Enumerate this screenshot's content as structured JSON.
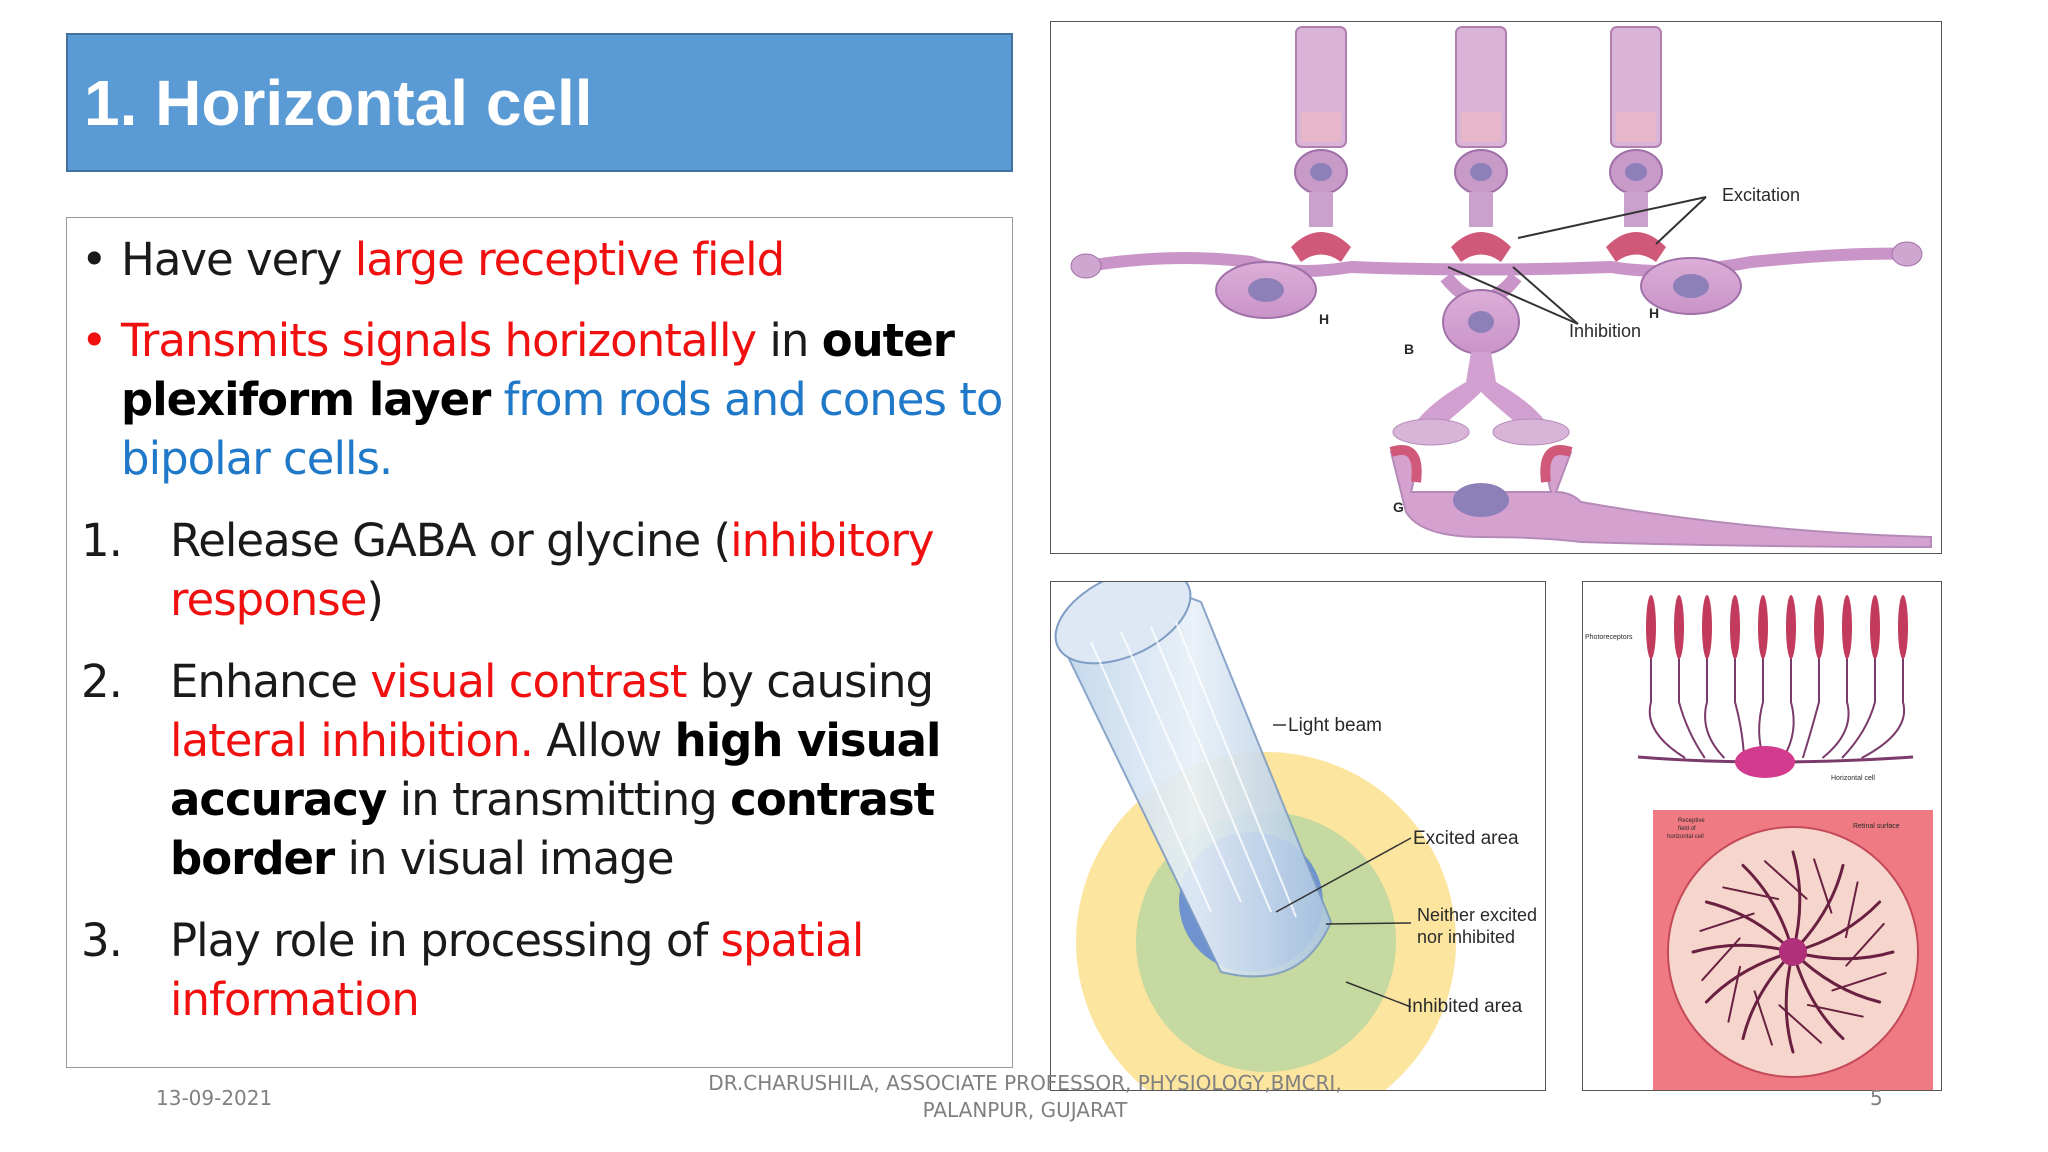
{
  "slide": {
    "title": "1. Horizontal cell",
    "items": [
      {
        "marker": "•",
        "parts": [
          {
            "t": "Have  very ",
            "s": "normal"
          },
          {
            "t": "large receptive field",
            "s": "red"
          }
        ]
      },
      {
        "marker": "•",
        "parts": [
          {
            "t": "Transmits signals horizontally",
            "s": "red"
          },
          {
            "t": " in  ",
            "s": "normal"
          },
          {
            "t": "outer plexiform layer",
            "s": "bold"
          },
          {
            "t": " from rods and cones to  bipolar cells.",
            "s": "blue"
          }
        ]
      },
      {
        "marker": "1.",
        "parts": [
          {
            "t": "Release GABA or glycine (",
            "s": "normal"
          },
          {
            "t": "inhibitory response",
            "s": "red"
          },
          {
            "t": ")",
            "s": "normal"
          }
        ]
      },
      {
        "marker": "2.",
        "parts": [
          {
            "t": "Enhance  ",
            "s": "normal"
          },
          {
            "t": "visual contrast",
            "s": "red"
          },
          {
            "t": " by causing ",
            "s": "normal"
          },
          {
            "t": "lateral inhibition.",
            "s": "red"
          },
          {
            "t": " Allow ",
            "s": "normal"
          },
          {
            "t": "high visual accuracy",
            "s": "bold"
          },
          {
            "t": " in transmitting ",
            "s": "normal"
          },
          {
            "t": "contrast border",
            "s": "bold"
          },
          {
            "t": " in visual image",
            "s": "normal"
          }
        ]
      },
      {
        "marker": "3.",
        "parts": [
          {
            "t": "Play  role in processing of ",
            "s": "normal"
          },
          {
            "t": "spatial information",
            "s": "red"
          }
        ]
      }
    ]
  },
  "figure_top": {
    "labels": {
      "excitation": "Excitation",
      "inhibition": "Inhibition",
      "h_left": "H",
      "h_right": "H",
      "b": "B",
      "g": "G"
    }
  },
  "figure_left": {
    "labels": {
      "light_beam": "Light beam",
      "excited_area": "Excited area",
      "neither_1": "Neither excited",
      "neither_2": "nor inhibited",
      "inhibited_area": "Inhibited area"
    }
  },
  "figure_right": {
    "labels": {
      "photoreceptors": "Photoreceptors",
      "horizontal_cell": "Horizontal cell",
      "receptive_field_1": "Receptive",
      "receptive_field_2": "field of",
      "receptive_field_3": "horizontal cell",
      "retinal_surface": "Retinal surface"
    }
  },
  "footer": {
    "date": "13-09-2021",
    "author_line1": "DR.CHARUSHILA, ASSOCIATE PROFESSOR, PHYSIOLOGY,BMCRI,",
    "author_line2": "PALANPUR, GUJARAT",
    "page": "5"
  },
  "colors": {
    "title_bg": "#5b9bd5",
    "emphasis_red": "#f01010",
    "emphasis_blue": "#1f78c8"
  }
}
